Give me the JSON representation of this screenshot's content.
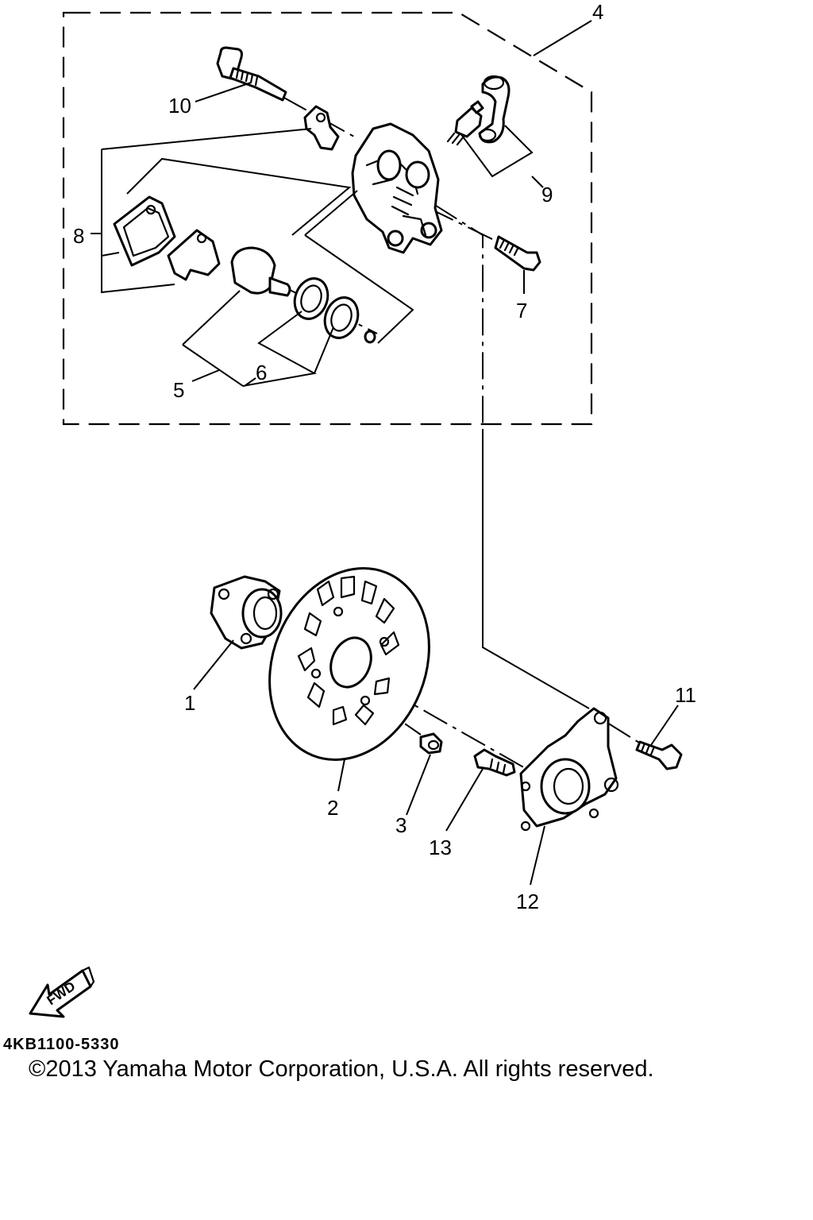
{
  "callouts": [
    {
      "id": "1",
      "text": "1"
    },
    {
      "id": "2",
      "text": "2"
    },
    {
      "id": "3",
      "text": "3"
    },
    {
      "id": "4",
      "text": "4"
    },
    {
      "id": "5",
      "text": "5"
    },
    {
      "id": "6",
      "text": "6"
    },
    {
      "id": "7",
      "text": "7"
    },
    {
      "id": "8",
      "text": "8"
    },
    {
      "id": "9",
      "text": "9"
    },
    {
      "id": "10",
      "text": "10"
    },
    {
      "id": "11",
      "text": "11"
    },
    {
      "id": "12",
      "text": "12"
    },
    {
      "id": "13",
      "text": "13"
    }
  ],
  "fwd_arrow": {
    "label": "FWD"
  },
  "footer": {
    "part_code": "4KB1100-5330",
    "copyright": "©2013 Yamaha Motor Corporation, U.S.A. All rights reserved."
  }
}
